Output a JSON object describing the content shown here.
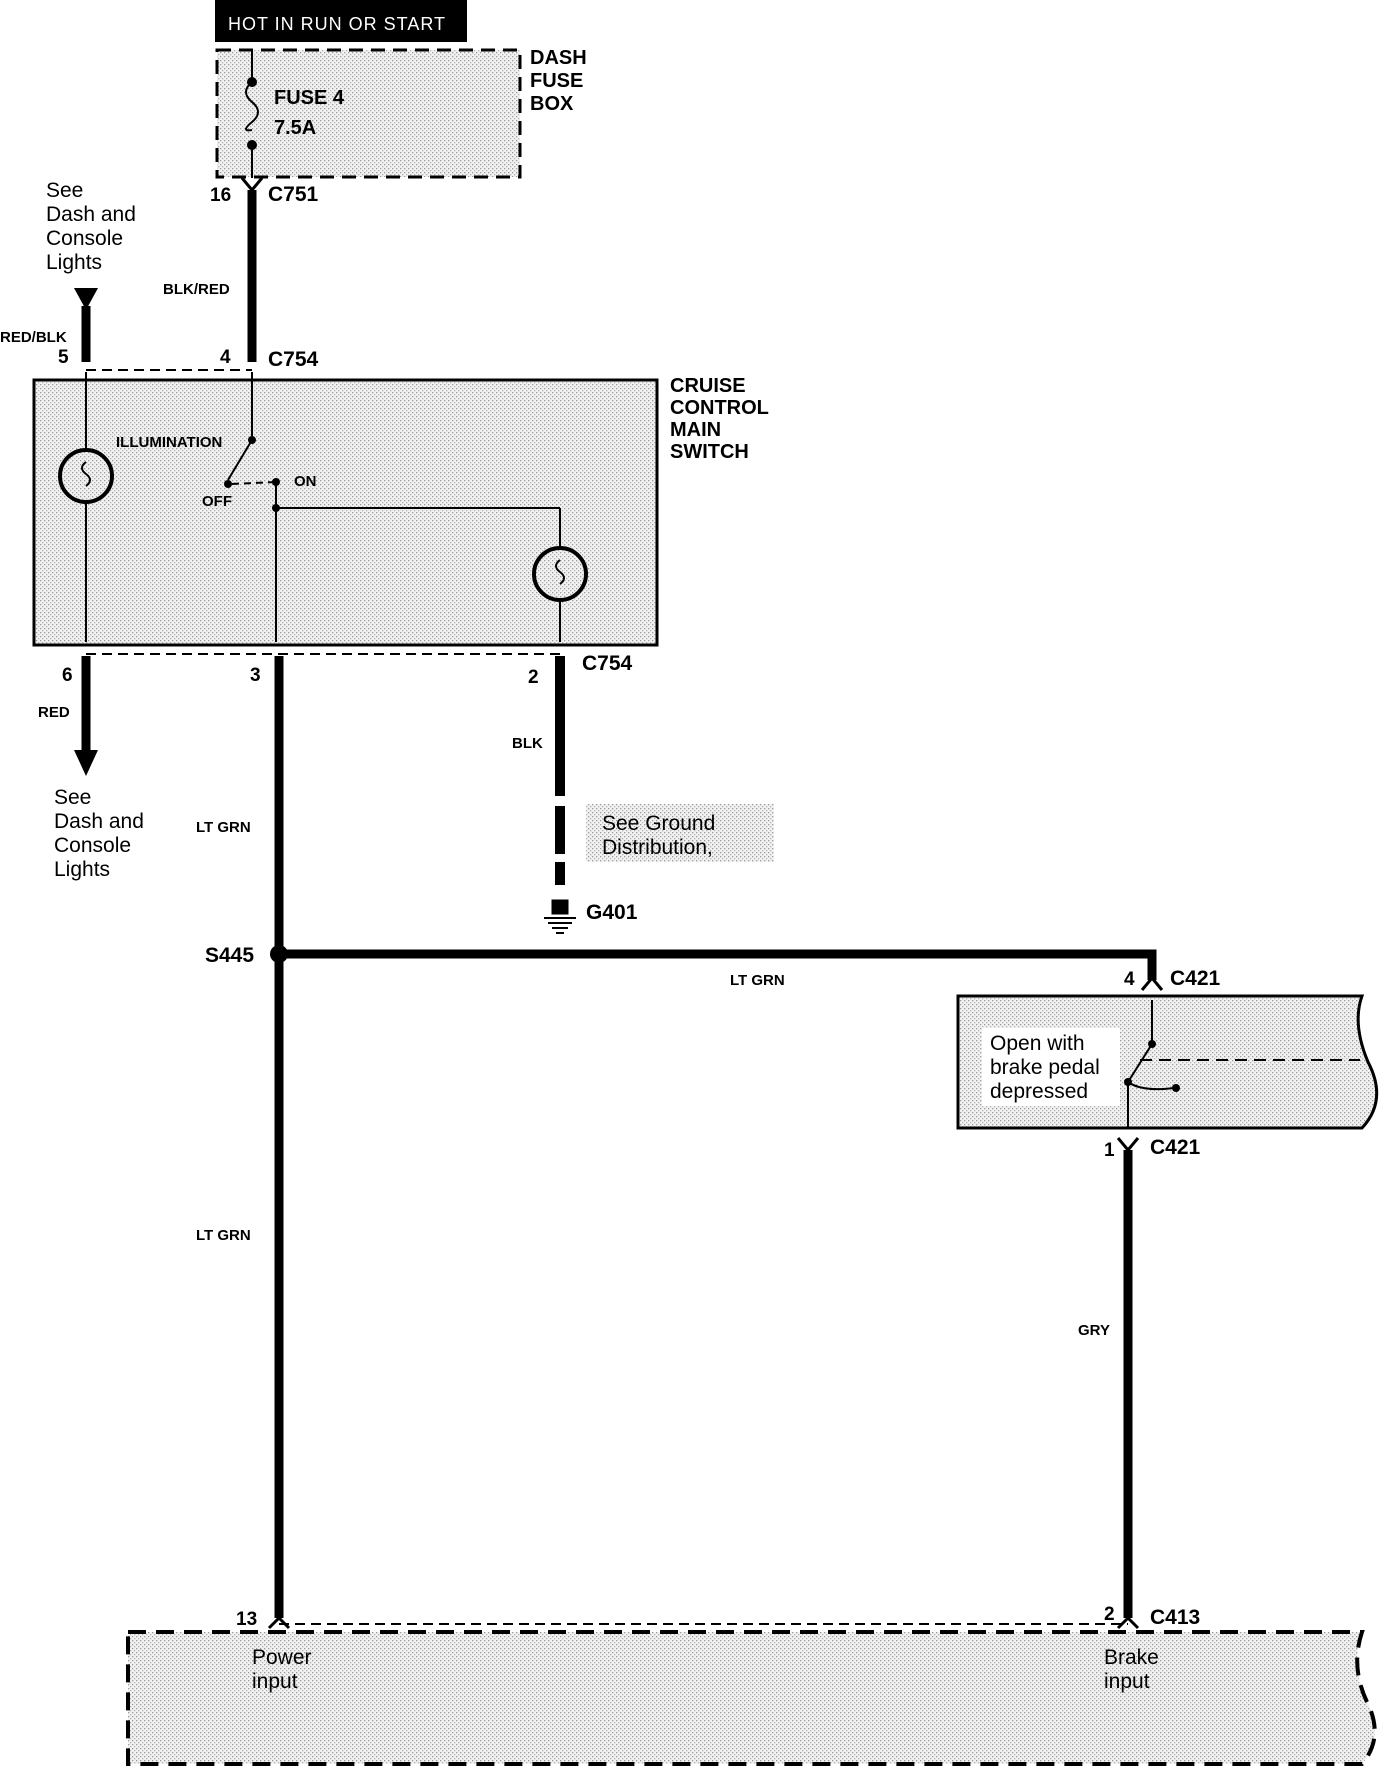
{
  "power_source": "HOT IN  RUN OR  START",
  "fuse_box": {
    "line1": "DASH",
    "line2": "FUSE",
    "line3": "BOX",
    "fuse_name": "FUSE 4",
    "fuse_rating": "7.5A"
  },
  "connectors": {
    "c751": "C751",
    "c754_top": "C754",
    "c754_bottom": "C754",
    "c421_top": "C421",
    "c421_bottom": "C421",
    "c413": "C413",
    "s445": "S445",
    "g401": "G401"
  },
  "pins": {
    "p16": "16",
    "p4_top": "4",
    "p5": "5",
    "p6": "6",
    "p3": "3",
    "p2_c754": "2",
    "p4_c421": "4",
    "p1_c421": "1",
    "p13": "13",
    "p2_c413": "2"
  },
  "wires": {
    "blk_red": "BLK/RED",
    "red_blk": "RED/BLK",
    "red": "RED",
    "blk": "BLK",
    "lt_grn_1": "LT GRN",
    "lt_grn_2": "LT GRN",
    "lt_grn_3": "LT GRN",
    "gry": "GRY"
  },
  "main_switch": {
    "line1": "CRUISE",
    "line2": "CONTROL",
    "line3": "MAIN",
    "line4": "SWITCH",
    "illumination": "ILLUMINATION",
    "on": "ON",
    "off": "OFF"
  },
  "refs": {
    "top_left": [
      "See",
      "Dash and",
      "Console",
      "Lights"
    ],
    "bottom_left": [
      "See",
      "Dash and",
      "Console",
      "Lights"
    ],
    "ground": [
      "See Ground",
      "Distribution,"
    ]
  },
  "brake_switch": [
    "Open with",
    "brake pedal",
    "depressed"
  ],
  "module": {
    "power_input": [
      "Power",
      "input"
    ],
    "brake_input": [
      "Brake",
      "input"
    ]
  },
  "colors": {
    "ink": "#000000",
    "shade": "#d9d9d9",
    "paper": "#ffffff"
  }
}
